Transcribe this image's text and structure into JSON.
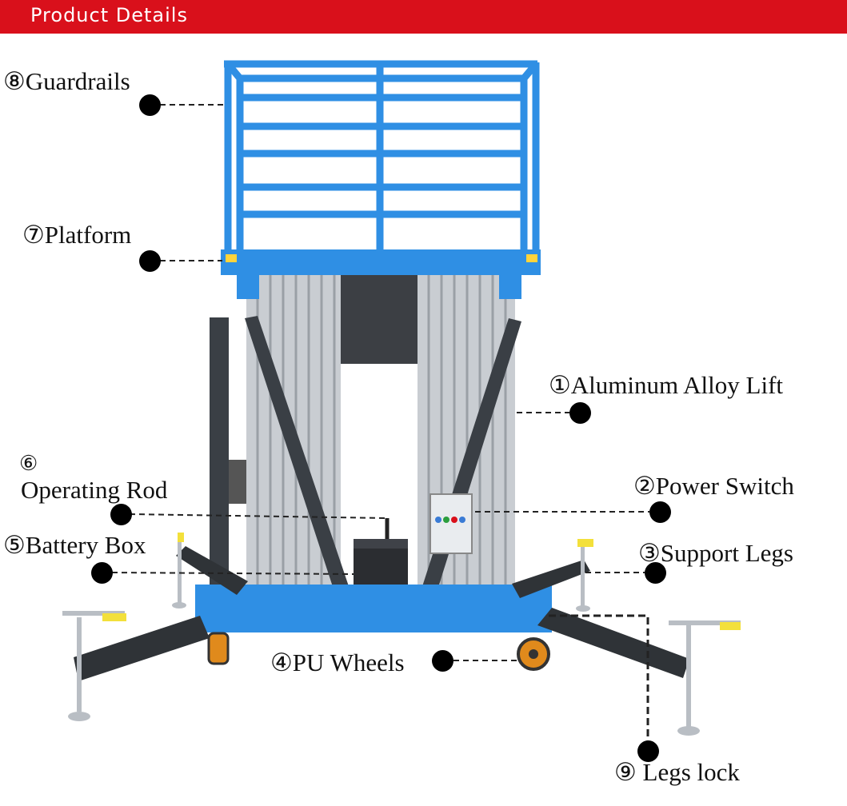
{
  "header": {
    "title": "Product Details",
    "accent_color": "#d9101b"
  },
  "product": {
    "platform_color": "#2f8fe4",
    "mast_color": "#c9cdd2",
    "brace_color": "#3a3f45"
  },
  "callouts": {
    "guardrails": "⑧Guardrails",
    "platform": "⑦Platform",
    "aluminum_alloy_lift": "①Aluminum Alloy Lift",
    "operating_rod_number": "⑥",
    "operating_rod": "Operating Rod",
    "power_switch": "②Power Switch",
    "battery_box": "⑤Battery Box",
    "support_legs": "③Support Legs",
    "pu_wheels": "④PU Wheels",
    "legs_lock": "⑨ Legs lock"
  }
}
